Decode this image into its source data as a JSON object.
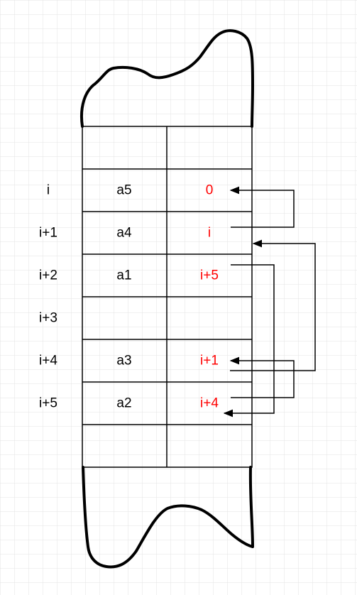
{
  "rows": [
    {
      "label": "",
      "key": "",
      "link": ""
    },
    {
      "label": "i",
      "key": "a5",
      "link": "0"
    },
    {
      "label": "i+1",
      "key": "a4",
      "link": "i"
    },
    {
      "label": "i+2",
      "key": "a1",
      "link": "i+5"
    },
    {
      "label": "i+3",
      "key": "",
      "link": ""
    },
    {
      "label": "i+4",
      "key": "a3",
      "link": "i+1"
    },
    {
      "label": "i+5",
      "key": "a2",
      "link": "i+4"
    },
    {
      "label": "",
      "key": "",
      "link": ""
    }
  ],
  "colors": {
    "background": "#ffffff",
    "grid": "#e3e3e3",
    "table_line": "#000000",
    "label_text": "#000000",
    "key_text": "#000000",
    "link_text": "#ff0000",
    "arrow": "#000000",
    "blob_outline": "#000000"
  }
}
